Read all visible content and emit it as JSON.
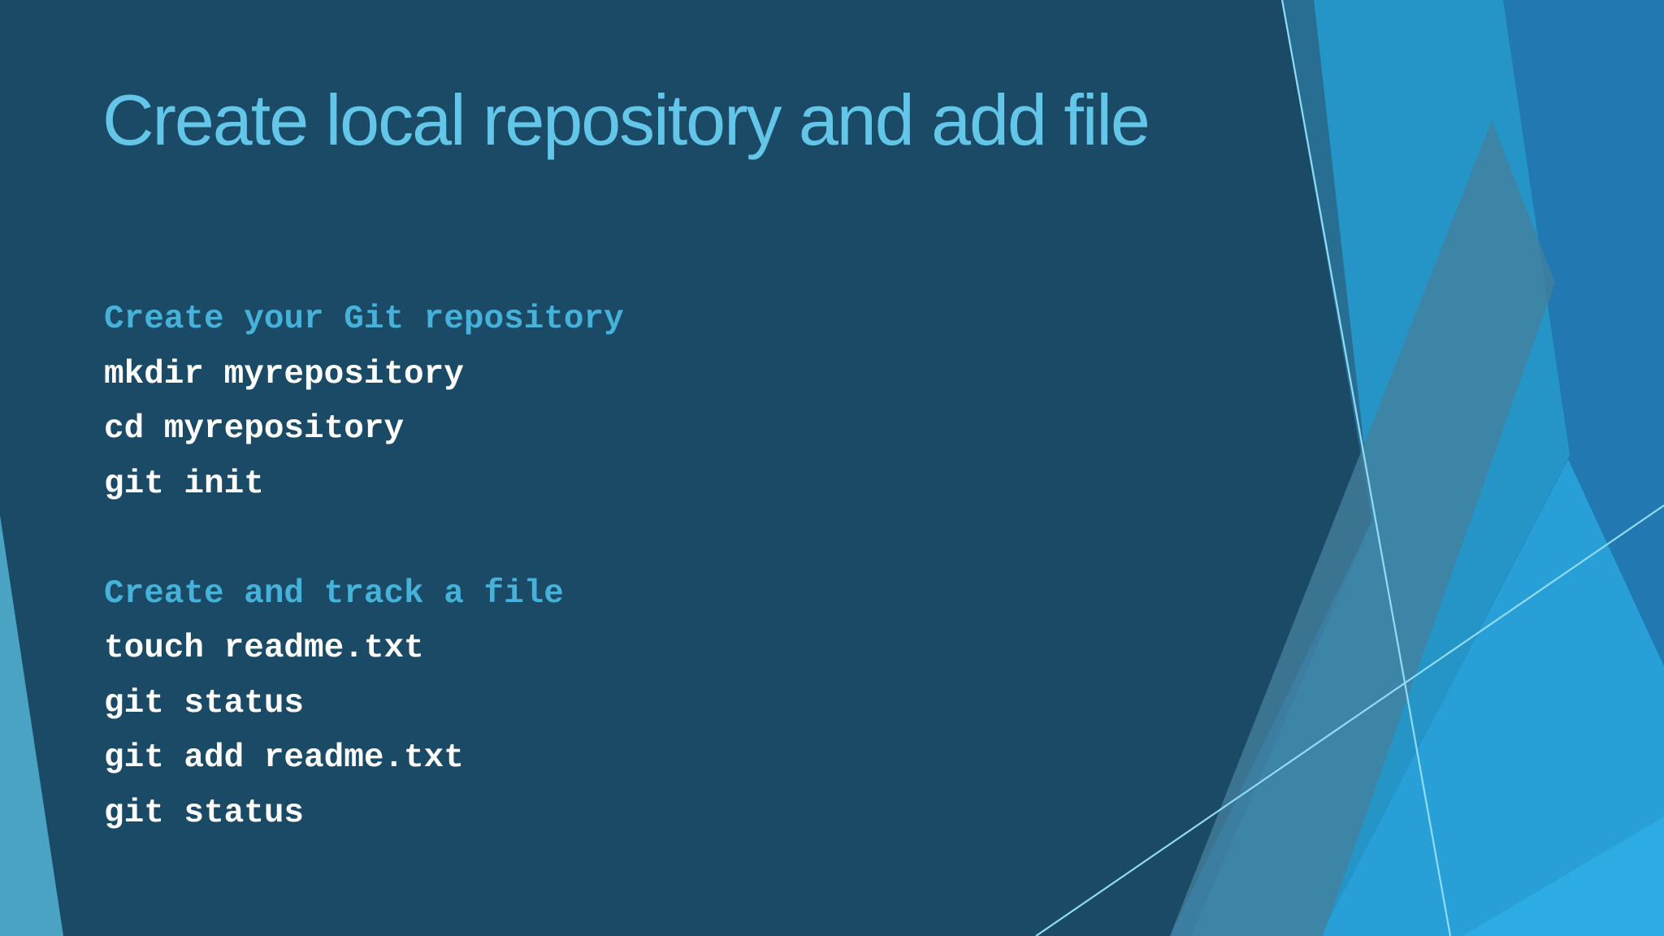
{
  "slide": {
    "title": "Create local repository and add file",
    "sections": [
      {
        "heading": "Create your Git repository",
        "commands": [
          "mkdir myrepository",
          "cd myrepository",
          "git init"
        ]
      },
      {
        "heading": "Create and track a file",
        "commands": [
          "touch readme.txt",
          "git status",
          "git add readme.txt",
          "git status"
        ]
      }
    ],
    "colors": {
      "bg": "#1B4A66",
      "title": "#63C6E9",
      "heading": "#46B1D9",
      "body": "#FFFFFF",
      "wedge": "#4AA3C2",
      "medium": "#2278B0",
      "bright": "#2595C8",
      "teal": "#276E92",
      "cyan1": "#289FD7",
      "cyan2": "#2CACE3",
      "gray": "#44809E",
      "line": "#90DCF4"
    }
  }
}
